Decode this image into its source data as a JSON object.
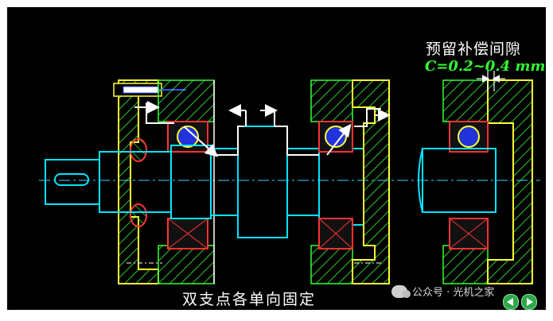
{
  "annotation": {
    "title": "预留补偿间隙",
    "formula": "C=0.2~0.4 mm"
  },
  "caption": "双支点各单向固定",
  "watermark": "公众号 · 光机之家",
  "colors": {
    "background": "#000000",
    "housing_outline": "#ffff33",
    "hatch": "#33ff33",
    "shaft_outline": "#00e5ff",
    "bearing_race": "#ff3333",
    "bearing_ball": "#2233dd",
    "annotation_green": "#33ff33",
    "arrows": "#ffffff",
    "center_line": "#33d6ff"
  },
  "icons": [
    "wechat-icon",
    "prev-arrow-icon",
    "next-arrow-icon"
  ]
}
